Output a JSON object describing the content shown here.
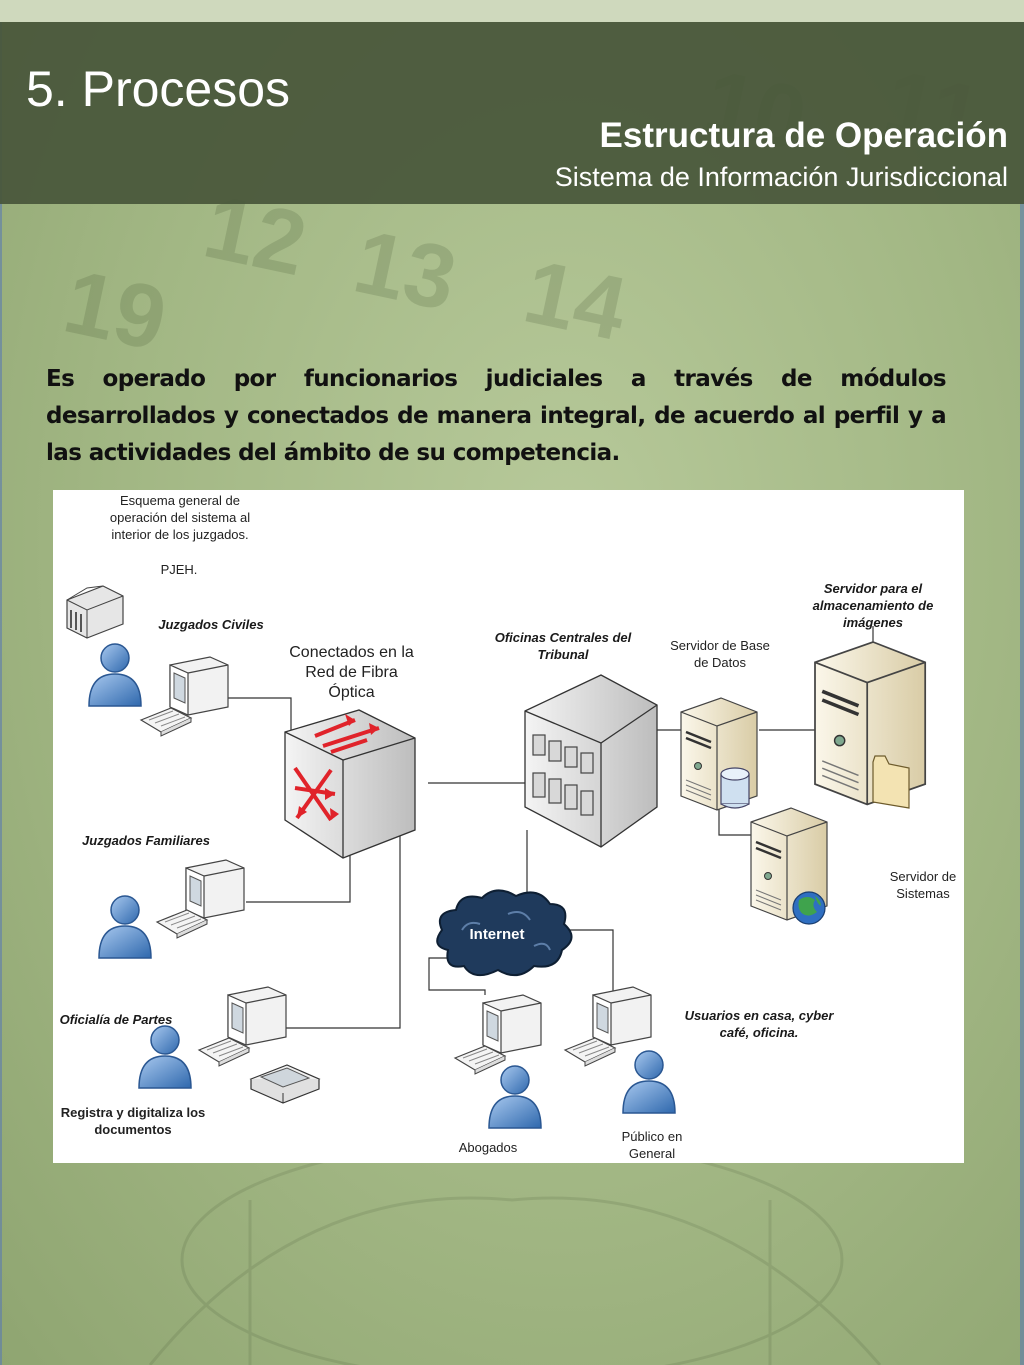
{
  "header": {
    "section_title": "5. Procesos",
    "title": "Estructura de Operación",
    "subtitle": "Sistema de Información Jurisdiccional"
  },
  "intro_text": "Es operado por funcionarios judiciales a través de módulos desarrollados  y conectados de manera integral,  de acuerdo al perfil y a las actividades del ámbito de su competencia.",
  "diagram": {
    "caption": "Esquema general de operación del sistema al interior de los juzgados.",
    "org": "PJEH.",
    "juzgados_civiles": "Juzgados Civiles",
    "juzgados_familiares": "Juzgados Familiares",
    "oficialia": "Oficialía de Partes",
    "registra": "Registra y digitaliza los documentos",
    "red": "Conectados en la Red de Fibra Óptica",
    "oficinas": "Oficinas Centrales del Tribunal",
    "servidor_bd": "Servidor de Base de Datos",
    "servidor_imagenes": "Servidor para el almacenamiento de imágenes",
    "servidor_sistemas": "Servidor de Sistemas",
    "internet": "Internet",
    "usuarios": "Usuarios en casa, cyber café, oficina.",
    "abogados": "Abogados",
    "publico": "Público en General"
  },
  "colors": {
    "header_bg": "#48563a",
    "person_blue": "#4f86c6",
    "arrow_red": "#e0232a",
    "server_beige": "#efe7cf",
    "cloud_navy": "#1f3a5c"
  },
  "icons": [
    "person-icon",
    "monitor-icon",
    "keyboard-icon",
    "router-icon",
    "building-icon",
    "server-icon",
    "database-icon",
    "globe-icon",
    "cloud-icon",
    "scanner-icon",
    "folder-icon",
    "courthouse-icon"
  ]
}
